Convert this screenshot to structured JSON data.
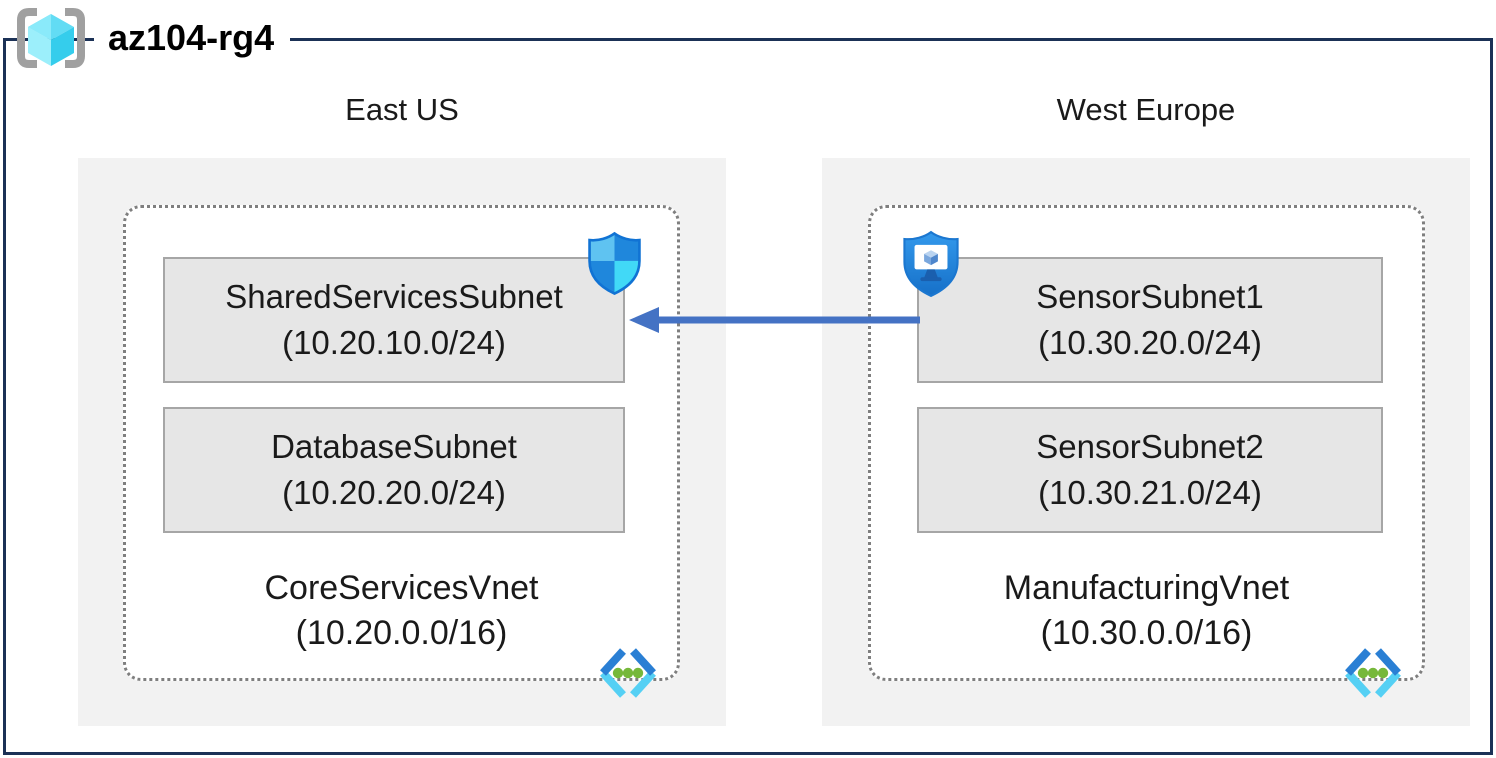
{
  "resource_group": {
    "label": "az104-rg4",
    "icon": "resource-group-icon"
  },
  "regions": [
    {
      "name": "East US",
      "vnet": {
        "name": "CoreServicesVnet",
        "cidr": "(10.20.0.0/16)",
        "icon": "virtual-network-icon"
      },
      "subnets": [
        {
          "name": "SharedServicesSubnet",
          "cidr": "(10.20.10.0/24)",
          "badge_icon": "network-security-group-shield-icon"
        },
        {
          "name": "DatabaseSubnet",
          "cidr": "(10.20.20.0/24)"
        }
      ]
    },
    {
      "name": "West Europe",
      "vnet": {
        "name": "ManufacturingVnet",
        "cidr": "(10.30.0.0/16)",
        "icon": "virtual-network-icon"
      },
      "subnets": [
        {
          "name": "SensorSubnet1",
          "cidr": "(10.30.20.0/24)",
          "badge_icon": "application-security-group-shield-icon"
        },
        {
          "name": "SensorSubnet2",
          "cidr": "(10.30.21.0/24)"
        }
      ]
    }
  ],
  "connection": {
    "from": "SensorSubnet1",
    "to": "SharedServicesSubnet",
    "type": "arrow",
    "direction": "right-to-left"
  },
  "colors": {
    "frame-navy": "#1b3156",
    "arrow-blue": "#4472c4",
    "region-bg": "#f2f2f2",
    "subnet-bg": "#e6e6e6",
    "subnet-border": "#a6a6a6",
    "dotted-border": "#7f7f7f",
    "text-color": "#1a1a1a"
  }
}
